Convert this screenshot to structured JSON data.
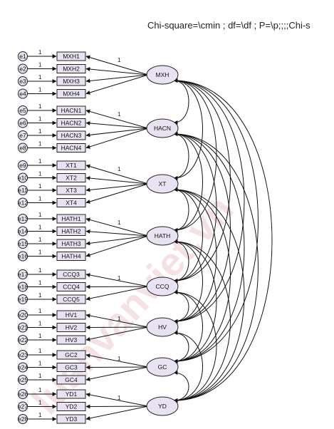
{
  "header": {
    "text": "Chi-square=\\cmin ; df=\\df ; P=\\p;;;;Chi-s"
  },
  "watermark": "luanvanviet.vn",
  "path_label": "1",
  "colors": {
    "fill": "#e8e2f2",
    "line": "#222222",
    "watermark": "#c87882"
  },
  "groups": [
    {
      "name": "MXH",
      "items": [
        [
          "e1",
          "MXH1"
        ],
        [
          "e2",
          "MXH2"
        ],
        [
          "e3",
          "MXH3"
        ],
        [
          "e4",
          "MXH4"
        ]
      ]
    },
    {
      "name": "HACN",
      "items": [
        [
          "e5",
          "HACN1"
        ],
        [
          "e6",
          "HACN2"
        ],
        [
          "e7",
          "HACN3"
        ],
        [
          "e8",
          "HACN4"
        ]
      ]
    },
    {
      "name": "XT",
      "items": [
        [
          "e9",
          "XT1"
        ],
        [
          "e10",
          "XT2"
        ],
        [
          "e11",
          "XT3"
        ],
        [
          "e12",
          "XT4"
        ]
      ]
    },
    {
      "name": "HATH",
      "items": [
        [
          "e13",
          "HATH1"
        ],
        [
          "e14",
          "HATH2"
        ],
        [
          "e15",
          "HATH3"
        ],
        [
          "e16",
          "HATH4"
        ]
      ]
    },
    {
      "name": "CCQ",
      "items": [
        [
          "e17",
          "CCQ3"
        ],
        [
          "e18",
          "CCQ4"
        ],
        [
          "e19",
          "CCQ5"
        ]
      ]
    },
    {
      "name": "HV",
      "items": [
        [
          "e20",
          "HV1"
        ],
        [
          "e21",
          "HV2"
        ],
        [
          "e22",
          "HV3"
        ]
      ]
    },
    {
      "name": "GC",
      "items": [
        [
          "e23",
          "GC2"
        ],
        [
          "e24",
          "GC3"
        ],
        [
          "e25",
          "GC4"
        ]
      ]
    },
    {
      "name": "YD",
      "items": [
        [
          "e26",
          "YD1"
        ],
        [
          "e27",
          "YD2"
        ],
        [
          "e28",
          "YD3"
        ]
      ]
    }
  ]
}
